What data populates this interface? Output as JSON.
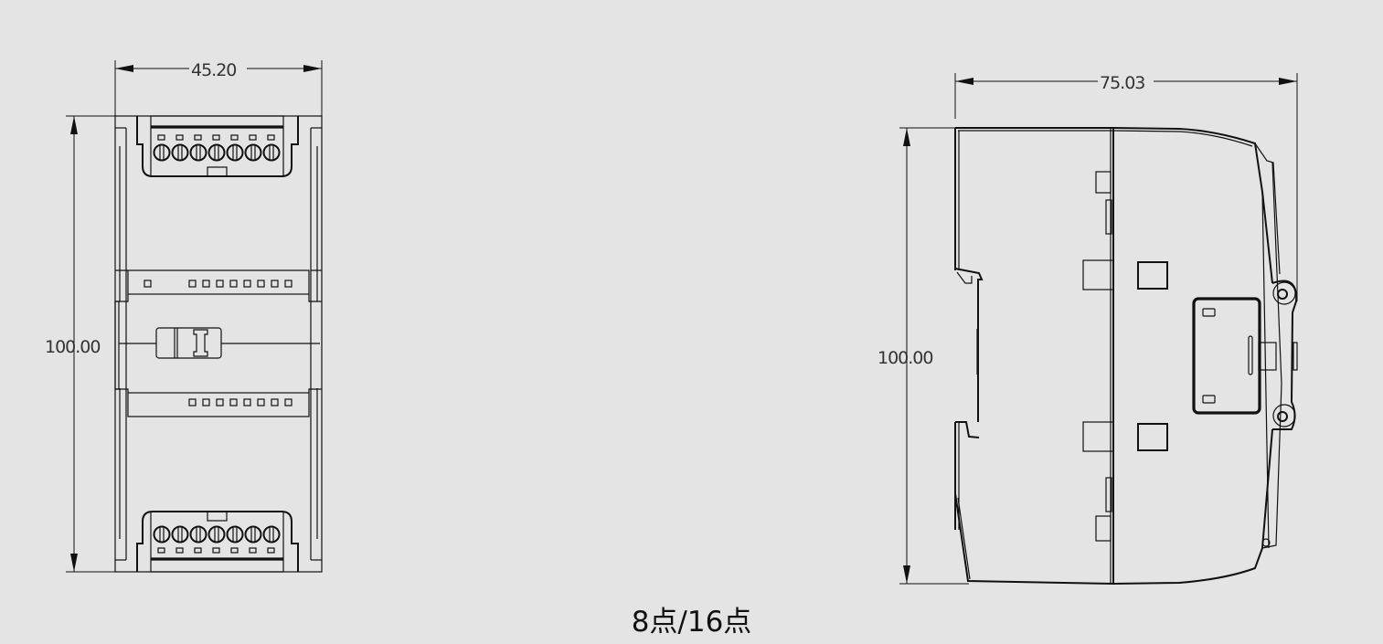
{
  "front_view": {
    "width_dimension": "45.20",
    "height_dimension": "100.00",
    "terminal_screws_per_block": 7,
    "led_indicators_per_row": 8
  },
  "side_view": {
    "depth_dimension": "75.03",
    "height_dimension": "100.00"
  },
  "caption": "8点/16点",
  "colors": {
    "background": "#e4e4e4",
    "line": "#111111",
    "text": "#333333"
  }
}
